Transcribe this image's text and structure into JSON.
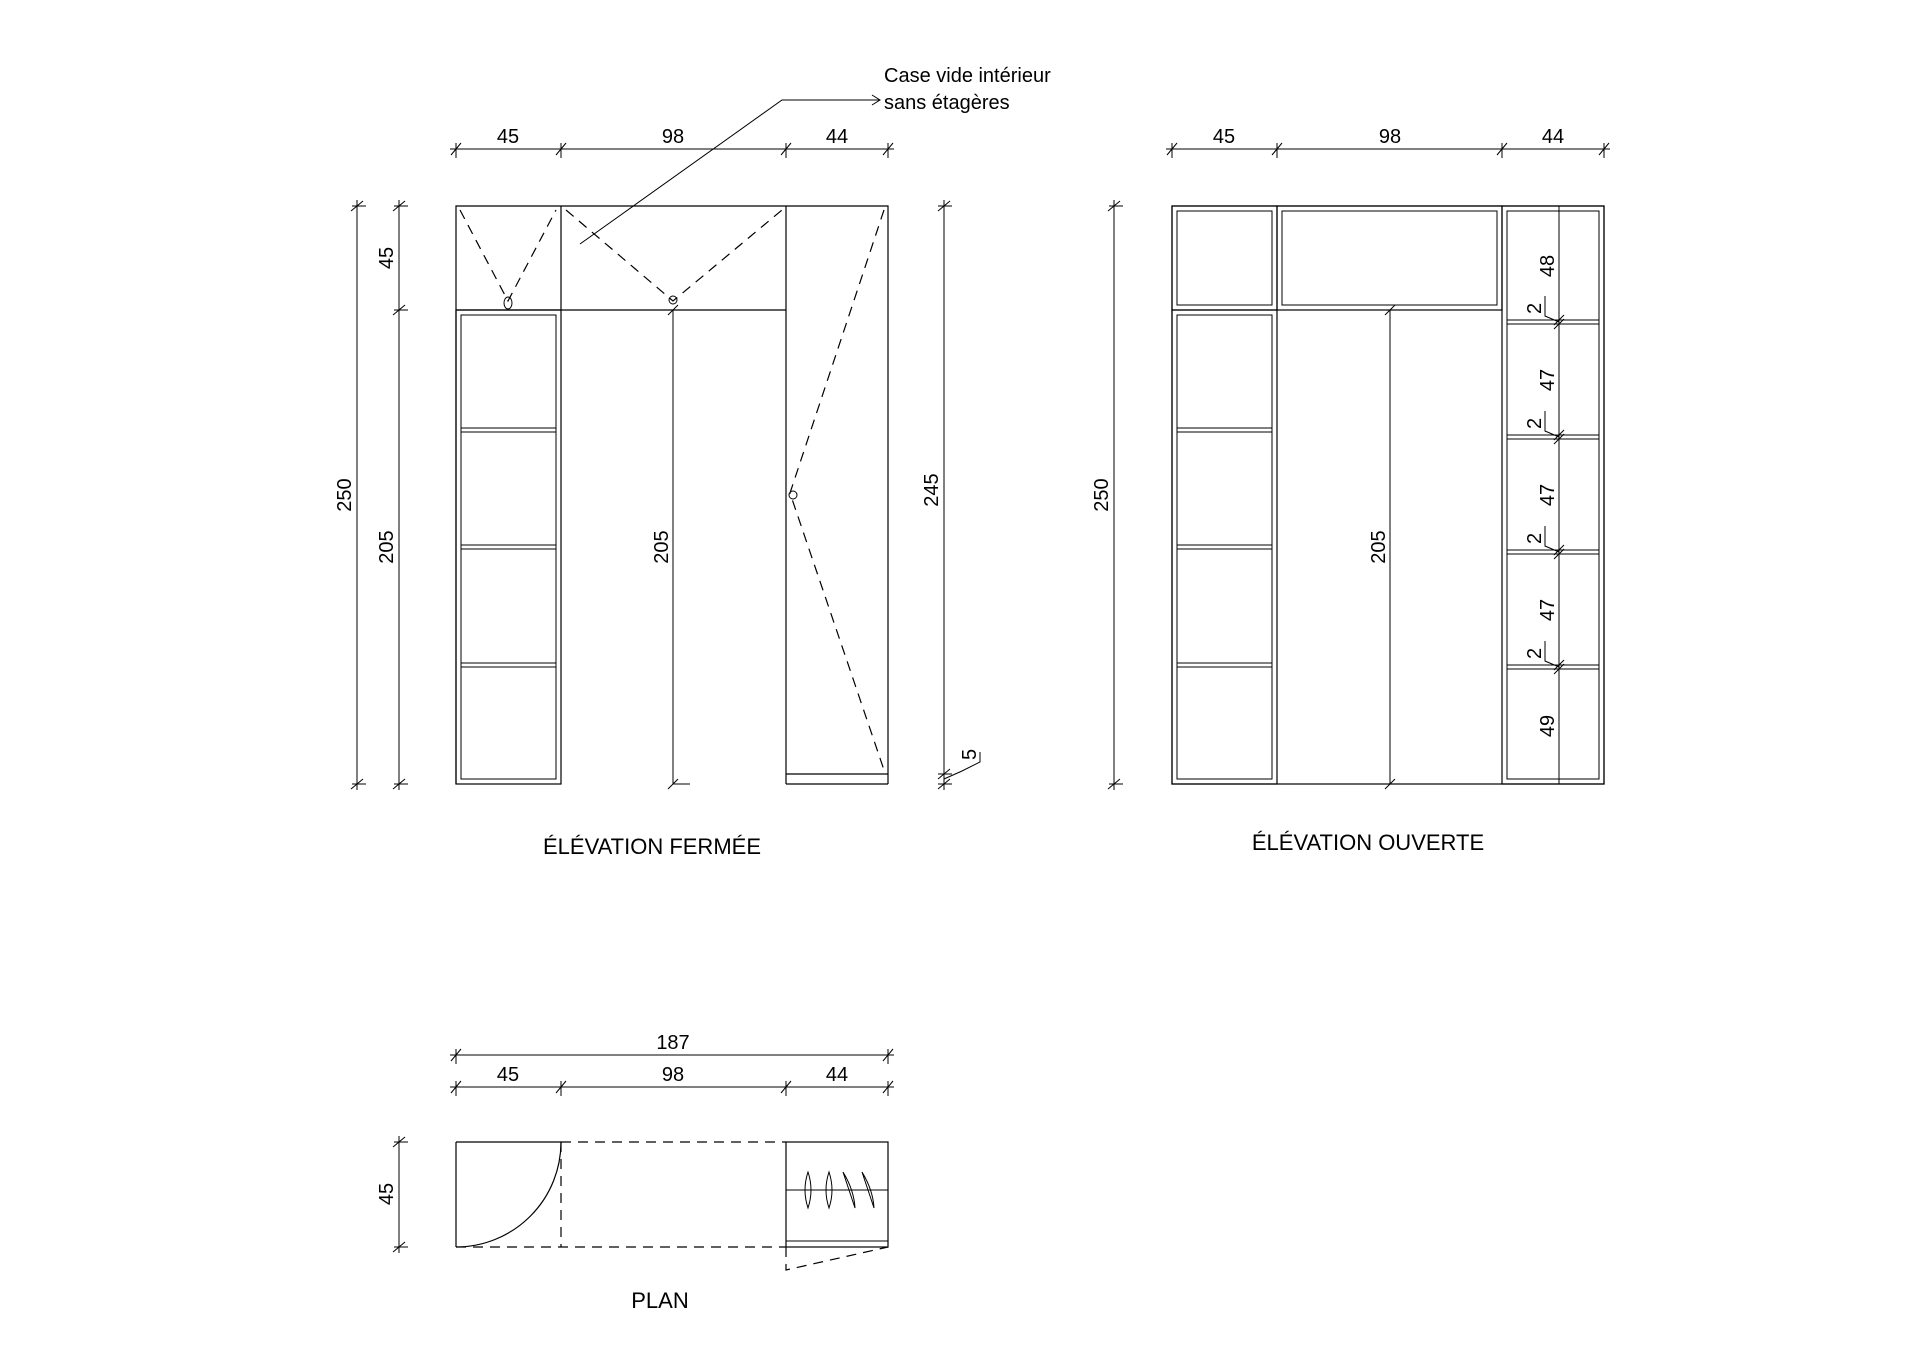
{
  "annotation": {
    "line1": "Case vide intérieur",
    "line2": "sans étagères"
  },
  "closed": {
    "title": "ÉLÉVATION FERMÉE",
    "dims": {
      "w_left": "45",
      "w_mid": "98",
      "w_right": "44",
      "total_h": "250",
      "top_h": "45",
      "body_h": "205",
      "mid_h": "205",
      "right_h": "245",
      "plinth": "5"
    }
  },
  "open": {
    "title": "ÉLÉVATION OUVERTE",
    "dims": {
      "w_left": "45",
      "w_mid": "98",
      "w_right": "44",
      "total_h": "250",
      "mid_h": "205",
      "cells": [
        "48",
        "47",
        "47",
        "47",
        "49"
      ],
      "gap": "2"
    }
  },
  "plan": {
    "title": "PLAN",
    "dims": {
      "total_w": "187",
      "w_left": "45",
      "w_mid": "98",
      "w_right": "44",
      "depth": "45"
    }
  }
}
